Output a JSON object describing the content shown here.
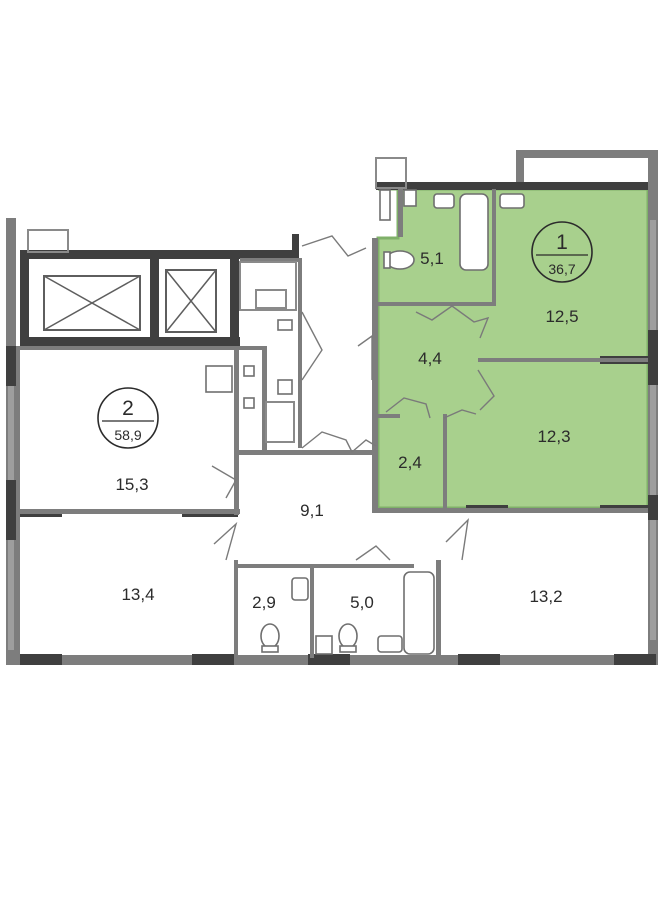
{
  "colors": {
    "highlight_fill": "#a8d08d",
    "highlight_stroke": "#7fb069",
    "wall": "#7d7d7d",
    "wall_dark": "#3f3f3f",
    "window": "#9e9e9e"
  },
  "apartments": [
    {
      "rooms": "1",
      "area": "36,7",
      "highlighted": true
    },
    {
      "rooms": "2",
      "area": "58,9",
      "highlighted": false
    }
  ],
  "rooms": {
    "apt1_bath": "5,1",
    "apt1_room_top": "12,5",
    "apt1_hall": "4,4",
    "apt1_room_bottom": "12,3",
    "apt1_storage": "2,4",
    "apt2_room_left_top": "15,3",
    "apt2_hall": "9,1",
    "apt2_room_left_bottom": "13,4",
    "apt2_wc": "2,9",
    "apt2_bath": "5,0",
    "apt2_room_right": "13,2"
  }
}
